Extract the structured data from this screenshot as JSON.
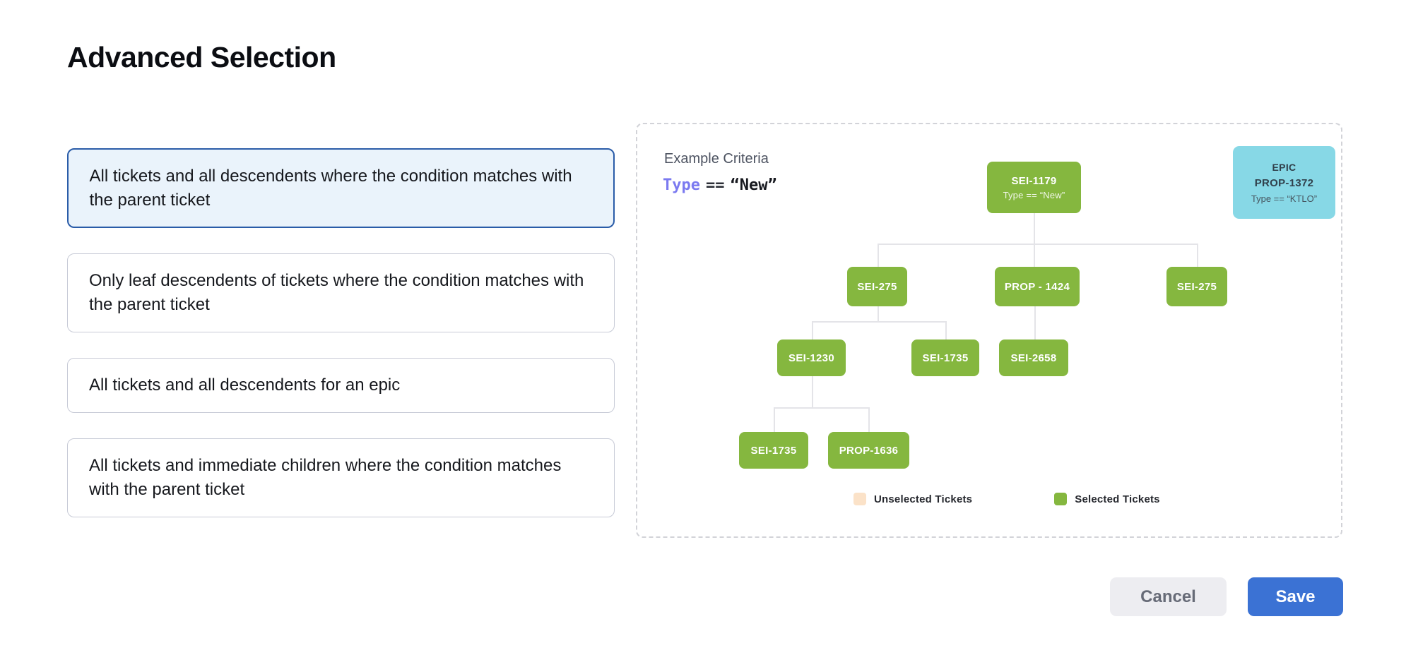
{
  "title": "Advanced Selection",
  "options": [
    {
      "label": "All tickets and all descendents where the condition matches with the parent ticket",
      "selected": true
    },
    {
      "label": "Only leaf descendents of tickets where the condition matches with the parent ticket",
      "selected": false
    },
    {
      "label": "All tickets and all descendents for an epic",
      "selected": false
    },
    {
      "label": "All tickets and immediate children where the condition matches with the parent ticket",
      "selected": false
    }
  ],
  "example": {
    "heading": "Example Criteria",
    "criteria": {
      "field": "Type",
      "operator": "==",
      "value": "“New”"
    }
  },
  "tree": {
    "root": {
      "id": "SEI-1179",
      "condition": "Type == “New”"
    },
    "level2": [
      "SEI-275",
      "PROP - 1424",
      "SEI-275"
    ],
    "level3": [
      "SEI-1230",
      "SEI-1735",
      "SEI-2658"
    ],
    "level4": [
      "SEI-1735",
      "PROP-1636"
    ]
  },
  "epic": {
    "type_label": "EPIC",
    "id": "PROP-1372",
    "condition": "Type == “KTLO”"
  },
  "legend": [
    {
      "label": "Unselected Tickets",
      "color": "#fbe2c8"
    },
    {
      "label": "Selected Tickets",
      "color": "#85b73f"
    }
  ],
  "footer": {
    "cancel_label": "Cancel",
    "save_label": "Save"
  },
  "colors": {
    "selected_node_green": "#85b73f",
    "unselected_peach": "#fbe2c8",
    "epic_cyan": "#87d8e6",
    "criteria_field_purple": "#7b7af0",
    "selected_card_border": "#2a5ca8",
    "selected_card_bg": "#eaf3fb",
    "save_button_blue": "#3b72d4",
    "cancel_button_bg": "#ededf1"
  }
}
